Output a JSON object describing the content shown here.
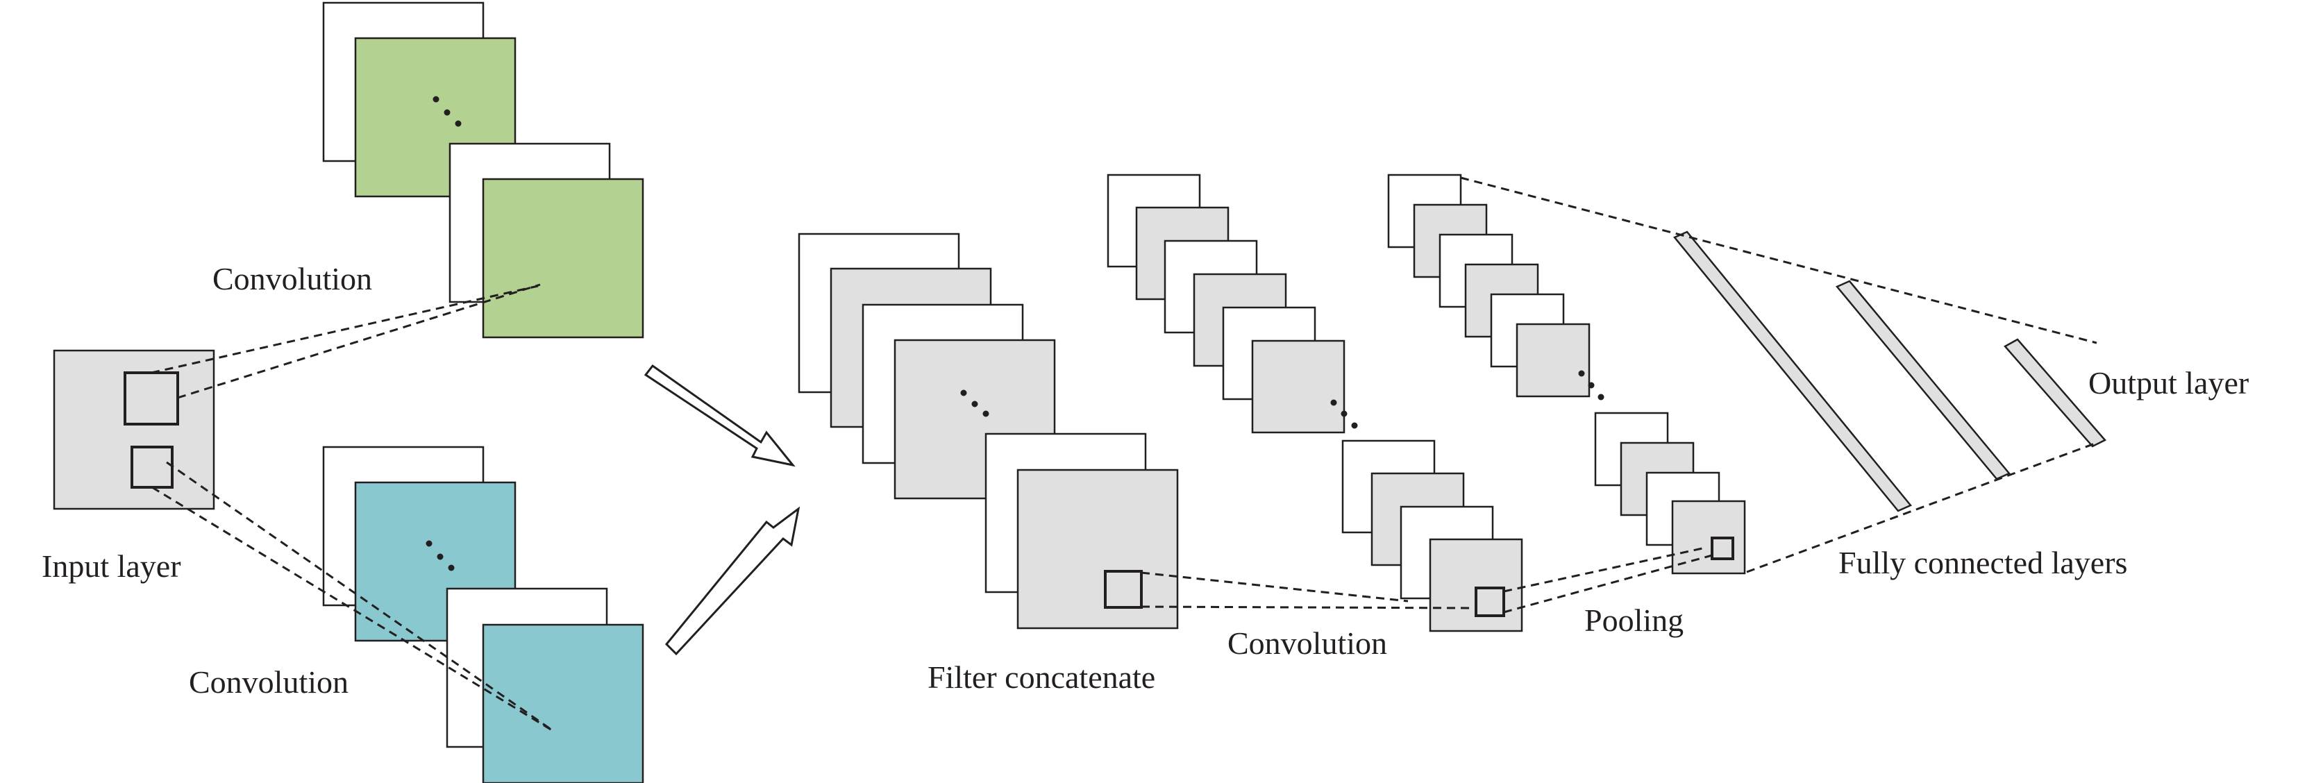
{
  "labels": {
    "convolution_top": "Convolution",
    "input_layer": "Input layer",
    "convolution_bottom": "Convolution",
    "filter_concatenate": "Filter concatenate",
    "convolution_mid": "Convolution",
    "pooling": "Pooling",
    "fully_connected": "Fully connected layers",
    "output_layer": "Output layer"
  },
  "colors": {
    "green_feature_maps": "#b3d291",
    "blue_feature_maps": "#8ac8d0",
    "gray_feature_maps": "#e0e0e0",
    "stroke": "#231f20"
  }
}
